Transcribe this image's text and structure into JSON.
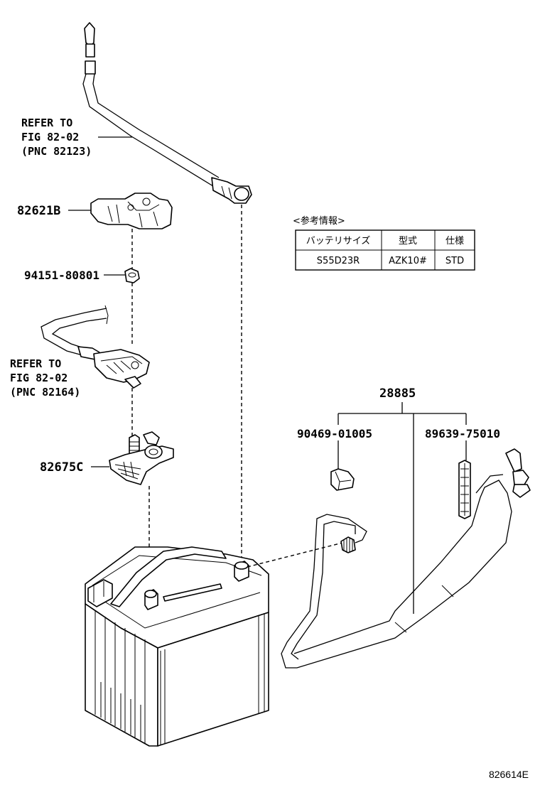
{
  "refs": [
    {
      "line1": "REFER TO",
      "line2": "FIG 82-02",
      "line3": "(PNC 82123)"
    },
    {
      "line1": "REFER TO",
      "line2": "FIG 82-02",
      "line3": "(PNC 82164)"
    }
  ],
  "parts": {
    "p82621B": "82621B",
    "p94151": "94151-80801",
    "p82675C": "82675C",
    "p28885": "28885",
    "p90469": "90469-01005",
    "p89639": "89639-75010"
  },
  "info_table": {
    "title": "<参考情報>",
    "headers": [
      "バッテリサイズ",
      "型式",
      "仕様"
    ],
    "row": [
      "S55D23R",
      "AZK10#",
      "STD"
    ]
  },
  "figure_id": "826614E"
}
